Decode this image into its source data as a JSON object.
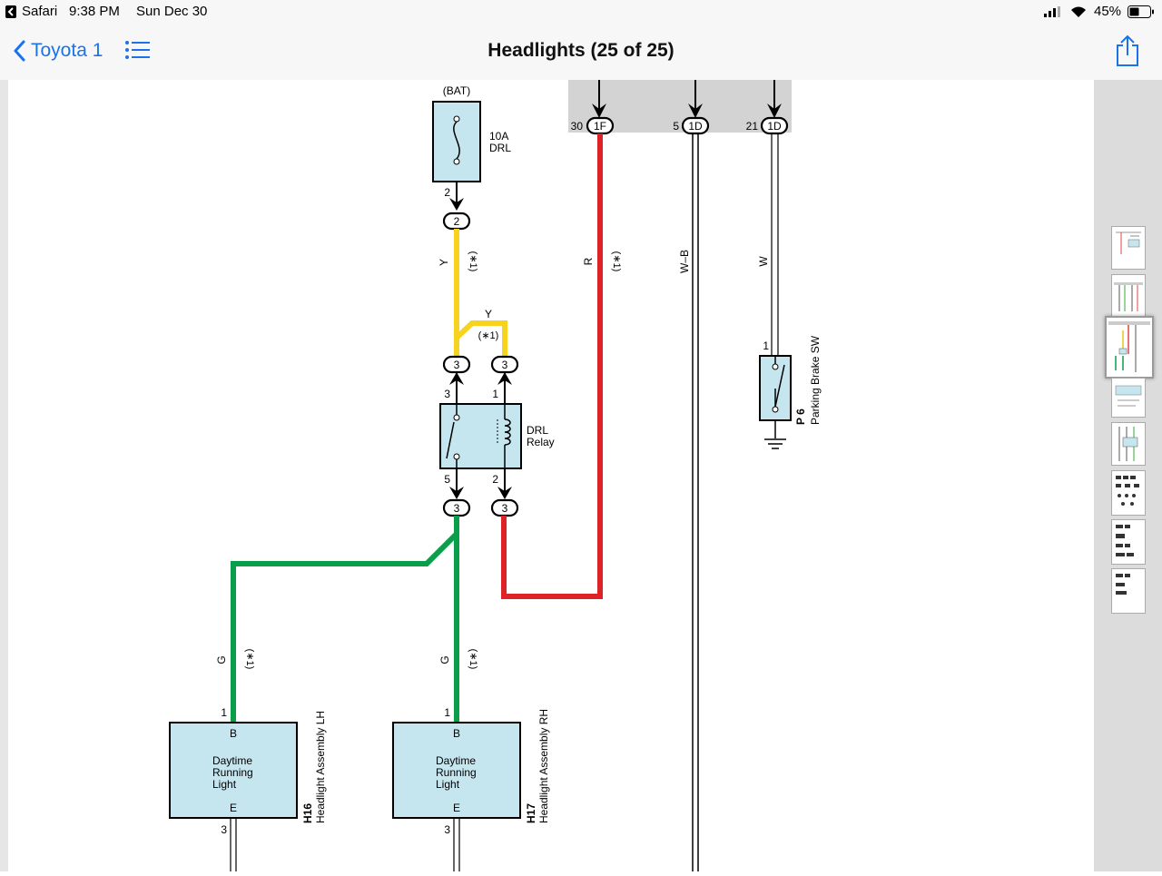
{
  "status_bar": {
    "back_app": "Safari",
    "time": "9:38 PM",
    "date": "Sun Dec 30",
    "battery": "45%"
  },
  "nav": {
    "back_label": "Toyota 1",
    "title": "Headlights (25 of 25)"
  },
  "colors": {
    "accent": "#1a73e8",
    "wire_yellow": "#f7d21e",
    "wire_red": "#dd2228",
    "wire_green": "#0a9e4a",
    "component_fill": "#c6e6ef",
    "connector_band": "#d3d3d3"
  },
  "diagram": {
    "bat_label": "(BAT)",
    "fuse": {
      "rating": "10A",
      "name": "DRL",
      "pin": "2",
      "connector": "2"
    },
    "relay": {
      "name_line1": "DRL",
      "name_line2": "Relay",
      "pin_top_left": "3",
      "pin_top_right": "1",
      "pin_bottom_left": "5",
      "pin_bottom_right": "2",
      "conn_top_left": "3",
      "conn_top_right": "3",
      "conn_bottom_left": "3",
      "conn_bottom_right": "3"
    },
    "top_connectors": [
      {
        "pin": "30",
        "id": "1F"
      },
      {
        "pin": "5",
        "id": "1D"
      },
      {
        "pin": "21",
        "id": "1D"
      }
    ],
    "wire_labels": {
      "y_vertical": "Y",
      "y_vertical_note": "(∗1)",
      "y_branch": "Y",
      "y_branch_note": "(∗1)",
      "r": "R",
      "r_note": "(∗1)",
      "wb": "W–B",
      "w": "W",
      "g_left": "G",
      "g_left_note": "(∗1)",
      "g_right": "G",
      "g_right_note": "(∗1)"
    },
    "parking_switch": {
      "code": "P 6",
      "name": "Parking Brake SW",
      "pin": "1"
    },
    "headlight_lh": {
      "code": "H16",
      "name": "Headlight Assembly LH",
      "pin_top": "1",
      "pin_bottom": "3",
      "term_top": "B",
      "term_bottom": "E",
      "line1": "Daytime",
      "line2": "Running",
      "line3": "Light"
    },
    "headlight_rh": {
      "code": "H17",
      "name": "Headlight Assembly RH",
      "pin_top": "1",
      "pin_bottom": "3",
      "term_top": "B",
      "term_bottom": "E",
      "line1": "Daytime",
      "line2": "Running",
      "line3": "Light"
    }
  },
  "thumbnails": {
    "count": 8,
    "current_index": 2
  }
}
